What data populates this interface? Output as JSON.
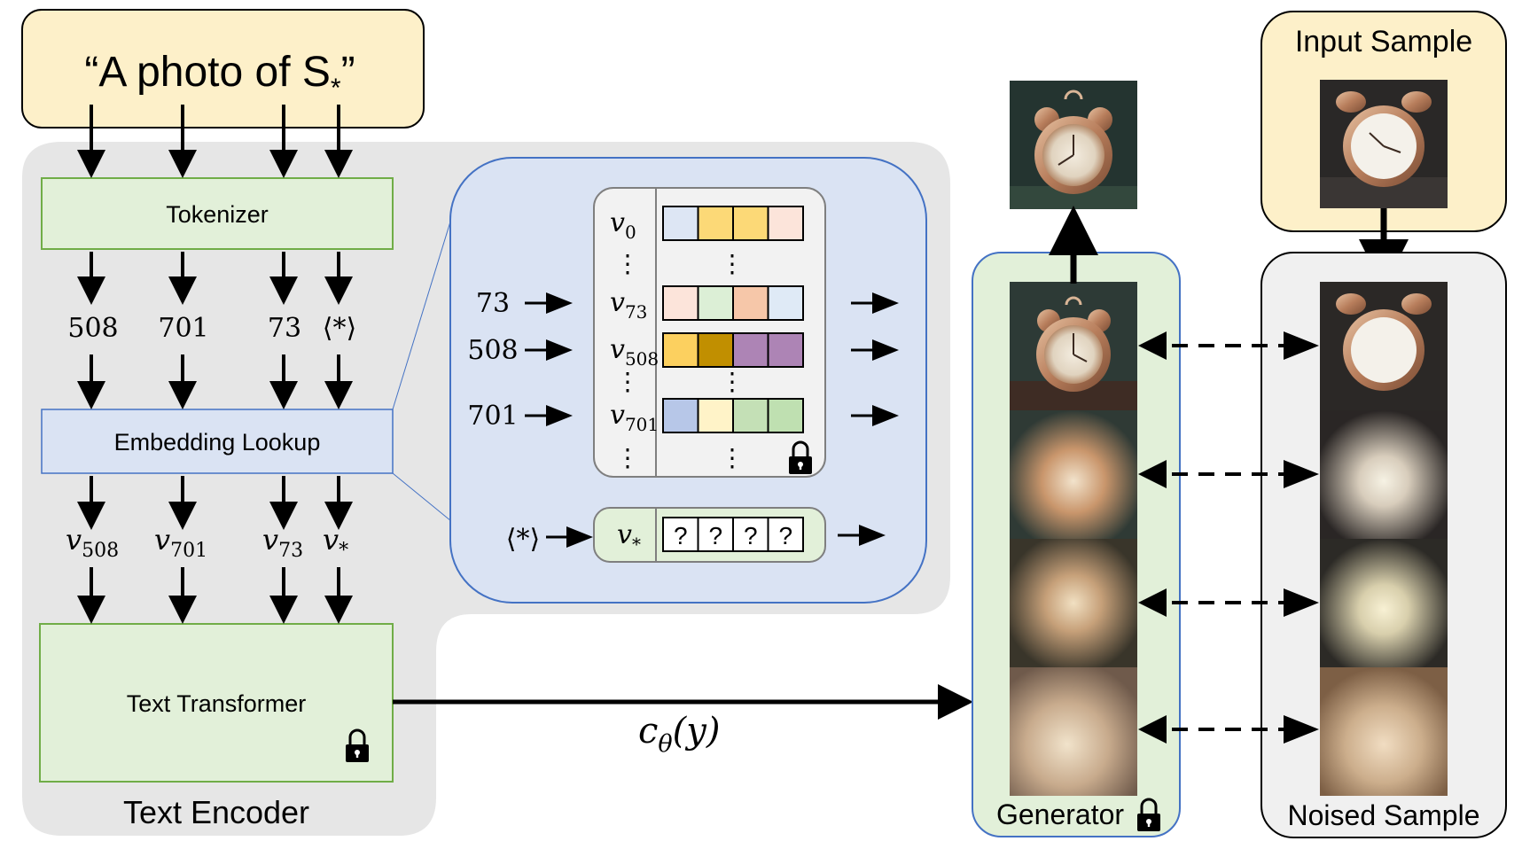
{
  "prompt": {
    "text": "“A photo of S",
    "sub": "*",
    "close": "”"
  },
  "text_encoder": {
    "label": "Text Encoder",
    "tokenizer_label": "Tokenizer",
    "embedding_label": "Embedding Lookup",
    "transformer_label": "Text Transformer",
    "tokens": [
      "508",
      "701",
      "73",
      "⟨*⟩"
    ],
    "embeddings": [
      {
        "base": "v",
        "sub": "508"
      },
      {
        "base": "v",
        "sub": "701"
      },
      {
        "base": "v",
        "sub": "73"
      },
      {
        "base": "v",
        "sub": "*"
      }
    ]
  },
  "lookup_table": {
    "rows": [
      {
        "input": "",
        "base": "v",
        "sub": "0",
        "colors": [
          "#dde6f4",
          "#fcd977",
          "#fcd977",
          "#fce4da"
        ]
      },
      {
        "input": "73",
        "base": "v",
        "sub": "73",
        "colors": [
          "#fce4da",
          "#dcefd6",
          "#f6c7a9",
          "#dfeaf6"
        ]
      },
      {
        "input": "508",
        "base": "v",
        "sub": "508",
        "colors": [
          "#fcd05f",
          "#c18f00",
          "#ad84b5",
          "#ad84b5"
        ]
      },
      {
        "input": "701",
        "base": "v",
        "sub": "701",
        "colors": [
          "#b7c7e8",
          "#fff3c8",
          "#c4e0b6",
          "#bfe0b1"
        ]
      }
    ],
    "dots": "⋮",
    "new_token": {
      "input": "⟨*⟩",
      "base": "v",
      "sub": "*",
      "cells": [
        "?",
        "?",
        "?",
        "?"
      ]
    }
  },
  "conditioning": {
    "base": "c",
    "sub": "θ",
    "arg": "(y)"
  },
  "generator": {
    "label": "Generator"
  },
  "input_sample": {
    "label": "Input Sample"
  },
  "noised_sample": {
    "label": "Noised Sample"
  },
  "colors": {
    "prompt_fill": "#fdf0c9",
    "encoder_fill": "#e6e6e6",
    "green_fill": "#e2f0d9",
    "green_stroke": "#70ad47",
    "blue_fill": "#dae3f3",
    "blue_stroke": "#4472c4",
    "noised_fill": "#f0f0f0"
  }
}
